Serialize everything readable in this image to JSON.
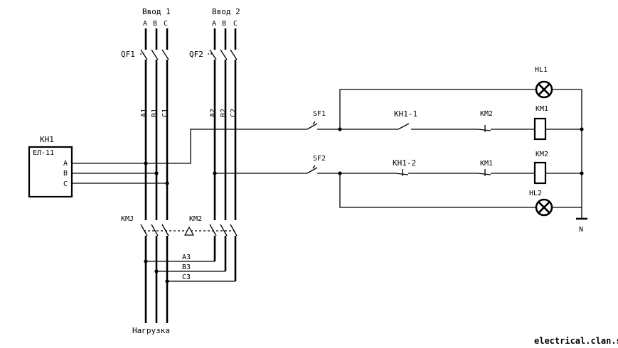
{
  "inputs": {
    "input1": "Ввод 1",
    "input2": "Ввод 2"
  },
  "phases": {
    "a": "A",
    "b": "B",
    "c": "C"
  },
  "breakers": {
    "qf1": "QF1",
    "qf2": "QF2",
    "sf1": "SF1",
    "sf2": "SF2"
  },
  "feed1_labels": {
    "a1": "A1",
    "b1": "B1",
    "c1": "C1"
  },
  "feed2_labels": {
    "a2": "A2",
    "b2": "B2",
    "c2": "C2"
  },
  "relay": {
    "name": "КН1",
    "model": "ЕЛ-11",
    "pin_a": "A",
    "pin_b": "B",
    "pin_c": "C"
  },
  "contactors": {
    "km1_main": "КМJ",
    "km2_main": "КМ2"
  },
  "output_labels": {
    "a3": "A3",
    "b3": "B3",
    "c3": "C3"
  },
  "load": "Нагрузка",
  "control": {
    "kn1_1": "КН1-1",
    "km2_nc": "КМ2",
    "km1_coil": "КМ1",
    "kn1_2": "КН1-2",
    "km1_nc": "КМ1",
    "km2_coil": "КМ2",
    "hl1": "HL1",
    "hl2": "HL2",
    "neutral": "N"
  },
  "watermark": "electrical.clan.su"
}
